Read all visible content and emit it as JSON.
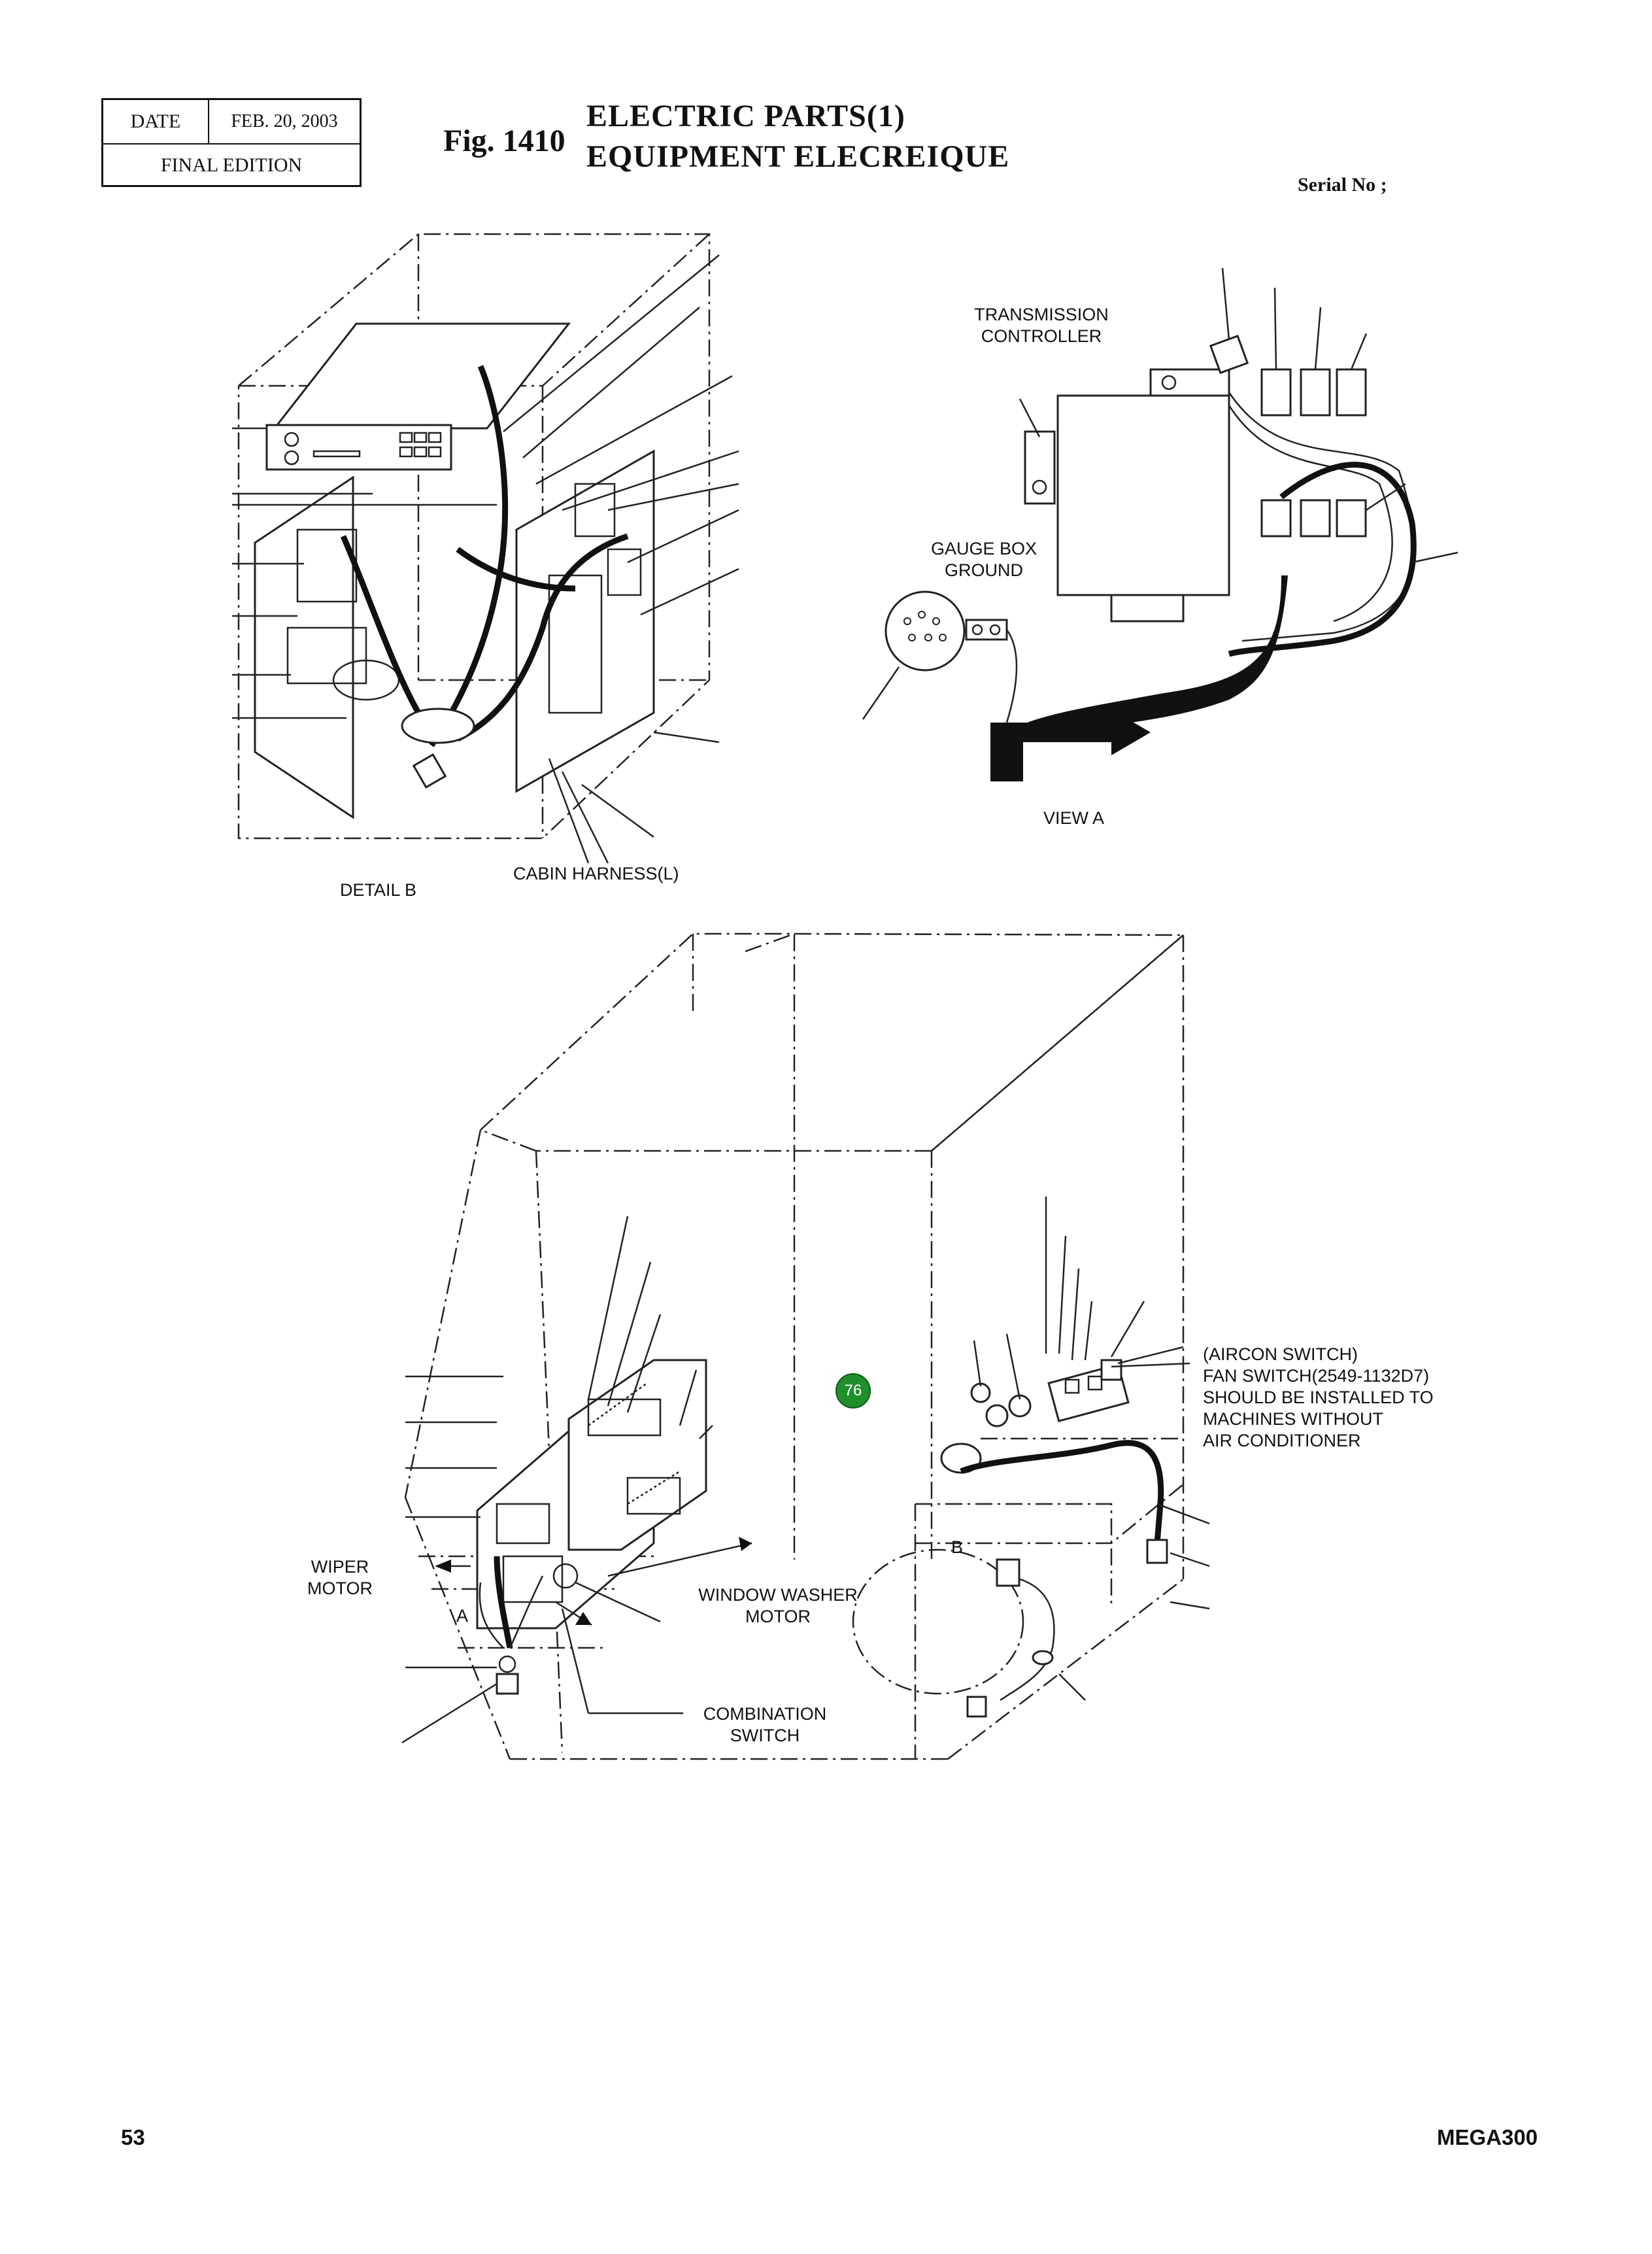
{
  "header": {
    "date_label": "DATE",
    "date_value": "FEB. 20, 2003",
    "edition": "FINAL EDITION",
    "fig_number": "Fig. 1410",
    "title_en": "ELECTRIC PARTS(1)",
    "title_fr": "EQUIPMENT ELECREIQUE",
    "serial_label": "Serial No ;"
  },
  "labels": {
    "transmission_controller": [
      "TRANSMISSION",
      "CONTROLLER"
    ],
    "gauge_box_ground": [
      "GAUGE BOX",
      "GROUND"
    ],
    "view_a": "VIEW A",
    "detail_b": "DETAIL B",
    "cabin_harness": "CABIN HARNESS(L)",
    "wiper_motor": [
      "WIPER",
      "MOTOR"
    ],
    "window_washer_motor": [
      "WINDOW WASHER",
      "MOTOR"
    ],
    "combination_switch": [
      "COMBINATION",
      "SWITCH"
    ],
    "aircon_note": [
      "(AIRCON SWITCH)",
      "FAN SWITCH(2549-1132D7)",
      "SHOULD BE INSTALLED TO",
      "MACHINES WITHOUT",
      "AIR CONDITIONER"
    ],
    "arrow_a": "A",
    "arrow_b": "B"
  },
  "callout": "76",
  "footer": {
    "page": "53",
    "model": "MEGA300"
  }
}
